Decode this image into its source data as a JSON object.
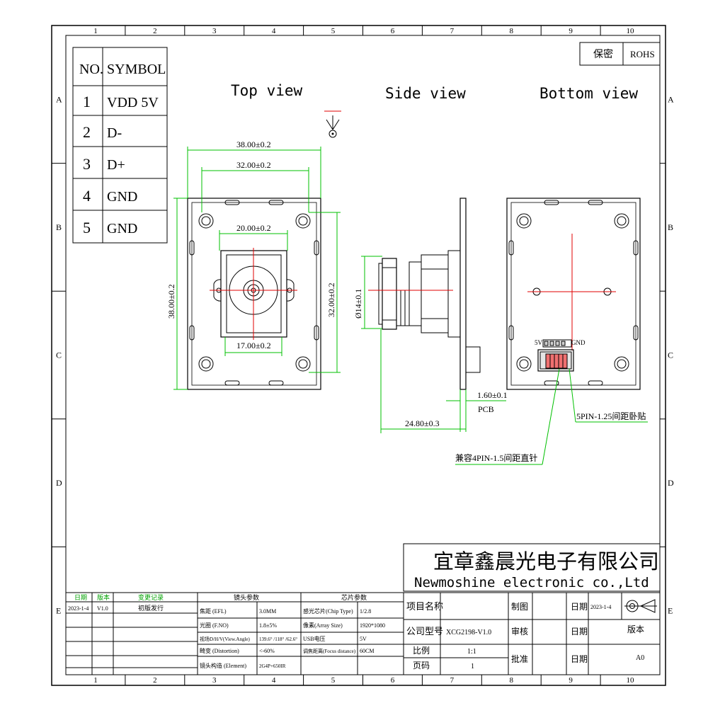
{
  "border": {
    "columns": [
      "1",
      "2",
      "3",
      "4",
      "5",
      "6",
      "7",
      "8",
      "9",
      "10"
    ],
    "rows": [
      "A",
      "B",
      "C",
      "D",
      "E"
    ]
  },
  "symbol_table": {
    "header": [
      "NO.",
      "SYMBOL"
    ],
    "rows": [
      [
        "1",
        "VDD 5V"
      ],
      [
        "2",
        "D-"
      ],
      [
        "3",
        "D+"
      ],
      [
        "4",
        "GND"
      ],
      [
        "5",
        "GND"
      ]
    ]
  },
  "confidential": {
    "label": "保密",
    "rohs": "ROHS"
  },
  "views": {
    "top": "Top view",
    "side": "Side view",
    "bottom": "Bottom view"
  },
  "dimensions": {
    "top_width_outer": "38.00±0.2",
    "top_width_holes": "32.00±0.2",
    "top_width_lens": "20.00±0.2",
    "top_width_inner": "17.00±0.2",
    "top_height_outer": "38.00±0.2",
    "top_height_holes": "32.00±0.2",
    "side_diameter": "Ø14±0.1",
    "side_pcb_thickness": "1.60±0.1",
    "side_pcb_label": "PCB",
    "side_length": "24.80±0.3"
  },
  "bottom_labels": {
    "v5": "5V",
    "gnd": "GND",
    "smd_note": "5PIN-1.25间距卧贴",
    "dip_note": "兼容4PIN-1.5间距直针"
  },
  "company": {
    "name_cn": "宜章鑫晨光电子有限公司",
    "name_en": "Newmoshine  electronic co.,Ltd"
  },
  "revision_table": {
    "headers": [
      "日期",
      "版本",
      "变更记录"
    ],
    "row": [
      "2023-1-4",
      "V1.0",
      "初版发行"
    ]
  },
  "lens_params": {
    "title": "镜头参数",
    "rows": [
      [
        "焦距 (EFL)",
        "3.0MM"
      ],
      [
        "光圈 (F.NO)",
        "1.8±5%"
      ],
      [
        "视场D/H/V(View.Angle)",
        "139.6° /118° /62.6°"
      ],
      [
        "畸变 (Distortion)",
        "<-60%"
      ],
      [
        "镜头构造 (Element)",
        "2G4P+650IR"
      ]
    ]
  },
  "chip_params": {
    "title": "芯片参数",
    "rows": [
      [
        "感光芯片(Chip Type)",
        "1/2.8"
      ],
      [
        "像素(Array Size)",
        "1920*1080"
      ],
      [
        "USB电压",
        "5V"
      ],
      [
        "调焦距离(Focus distance)",
        "60CM"
      ],
      [
        "",
        ""
      ]
    ]
  },
  "title_block": {
    "project_label": "项目名称",
    "project_value": "",
    "model_label": "公司型号",
    "model_value": "XCG2198-V1.0",
    "scale_label": "比例",
    "scale_value": "1:1",
    "page_label": "页码",
    "page_value": "1",
    "drawn_label": "制图",
    "review_label": "审核",
    "approve_label": "批准",
    "date_label": "日期",
    "date_value": "2023-1-4",
    "version_label": "版本",
    "version_value": "A0"
  }
}
